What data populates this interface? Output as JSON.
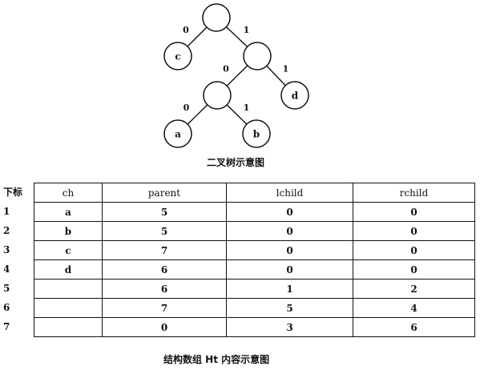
{
  "tree": {
    "nodes": [
      {
        "id": "root",
        "label": ""
      },
      {
        "id": "c",
        "label": "c"
      },
      {
        "id": "n6",
        "label": ""
      },
      {
        "id": "n5",
        "label": ""
      },
      {
        "id": "d",
        "label": "d"
      },
      {
        "id": "a",
        "label": "a"
      },
      {
        "id": "b",
        "label": "b"
      }
    ],
    "edges": [
      {
        "from": "root",
        "to": "c",
        "label": "0"
      },
      {
        "from": "root",
        "to": "n6",
        "label": "1"
      },
      {
        "from": "n6",
        "to": "n5",
        "label": "0"
      },
      {
        "from": "n6",
        "to": "d",
        "label": "1"
      },
      {
        "from": "n5",
        "to": "a",
        "label": "0"
      },
      {
        "from": "n5",
        "to": "b",
        "label": "1"
      }
    ],
    "caption": "二叉树示意图"
  },
  "table": {
    "index_header": "下标",
    "headers": [
      "ch",
      "parent",
      "lchild",
      "rchild"
    ],
    "rows": [
      {
        "index": "1",
        "ch": "a",
        "parent": "5",
        "lchild": "0",
        "rchild": "0"
      },
      {
        "index": "2",
        "ch": "b",
        "parent": "5",
        "lchild": "0",
        "rchild": "0"
      },
      {
        "index": "3",
        "ch": "c",
        "parent": "7",
        "lchild": "0",
        "rchild": "0"
      },
      {
        "index": "4",
        "ch": "d",
        "parent": "6",
        "lchild": "0",
        "rchild": "0"
      },
      {
        "index": "5",
        "ch": "",
        "parent": "6",
        "lchild": "1",
        "rchild": "2"
      },
      {
        "index": "6",
        "ch": "",
        "parent": "7",
        "lchild": "5",
        "rchild": "4"
      },
      {
        "index": "7",
        "ch": "",
        "parent": "0",
        "lchild": "3",
        "rchild": "6"
      }
    ],
    "caption": "结构数组 Ht 内容示意图"
  }
}
